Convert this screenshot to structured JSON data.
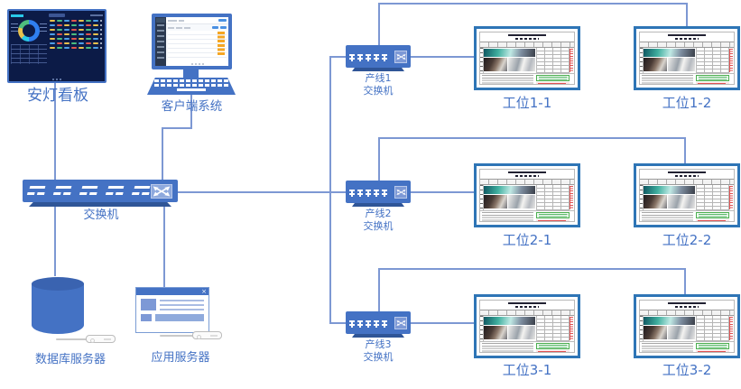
{
  "nodes": {
    "andon_board": {
      "label": "安灯看板"
    },
    "client_system": {
      "label": "客户端系统"
    },
    "main_switch": {
      "label": "交换机"
    },
    "database_server": {
      "label": "数据库服务器"
    },
    "app_server": {
      "label": "应用服务器"
    },
    "line_switches": [
      {
        "line1": "产线1",
        "line2": "交换机"
      },
      {
        "line1": "产线2",
        "line2": "交换机"
      },
      {
        "line1": "产线3",
        "line2": "交换机"
      }
    ],
    "workstations": [
      {
        "label": "工位1-1"
      },
      {
        "label": "工位1-2"
      },
      {
        "label": "工位2-1"
      },
      {
        "label": "工位2-2"
      },
      {
        "label": "工位3-1"
      },
      {
        "label": "工位3-2"
      }
    ]
  },
  "icons": {
    "switch_crossover": "crossed-arrows",
    "window_close": "×"
  },
  "colors": {
    "device_blue": "#4472c4",
    "device_blue_dark": "#2f5597",
    "connector_blue": "#7d98d3",
    "label_blue": "#4472c4",
    "workstation_frame_blue": "#2e75b6",
    "andon_bg": "#0c1b47",
    "andon_status_colors": [
      "#e8c14d",
      "#4dbd7e",
      "#4d9fe8",
      "#e0564e"
    ],
    "sop_green": "#4caf50",
    "sop_red": "#e05252",
    "client_accent_orange": "#f5a623"
  }
}
